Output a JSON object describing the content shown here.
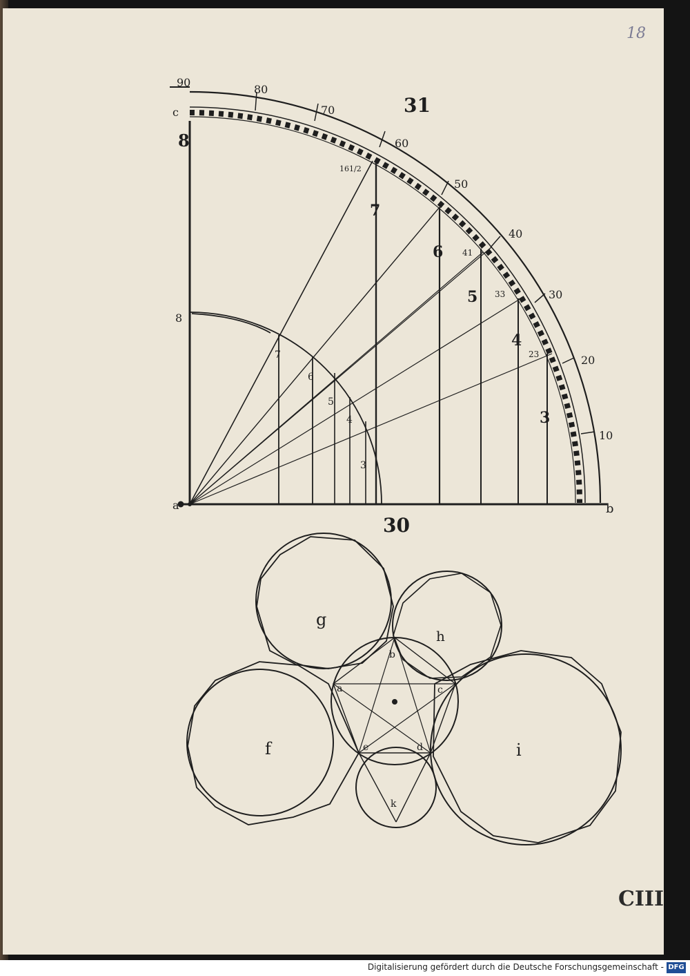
{
  "page": {
    "folio_number": "18",
    "signature": "CIII"
  },
  "quadrant": {
    "figure_number": "31",
    "base_number": "30",
    "corner_labels": {
      "top": "c",
      "left": "a",
      "right": "b"
    },
    "left_marks": [
      "8",
      "8"
    ],
    "scale_labels": [
      "90",
      "80",
      "70",
      "60",
      "50",
      "40",
      "30",
      "20",
      "10"
    ],
    "chord_values": [
      "161/2",
      "41",
      "33",
      "23"
    ],
    "outer_vertical_numbers": [
      "7",
      "6",
      "5",
      "4",
      "3"
    ],
    "inner_vertical_numbers": [
      "7",
      "6",
      "5",
      "4",
      "3"
    ]
  },
  "circles": {
    "labels": [
      "g",
      "h",
      "b",
      "a",
      "c",
      "e",
      "d",
      "f",
      "k",
      "i"
    ]
  },
  "footer": {
    "text": "Digitalisierung gefördert durch die Deutsche Forschungsgemeinschaft -",
    "logo": "DFG"
  },
  "colors": {
    "paper": "#ece6d8",
    "ink": "#1e1e1e",
    "background": "#141414",
    "dfg_blue": "#1f4e96"
  }
}
